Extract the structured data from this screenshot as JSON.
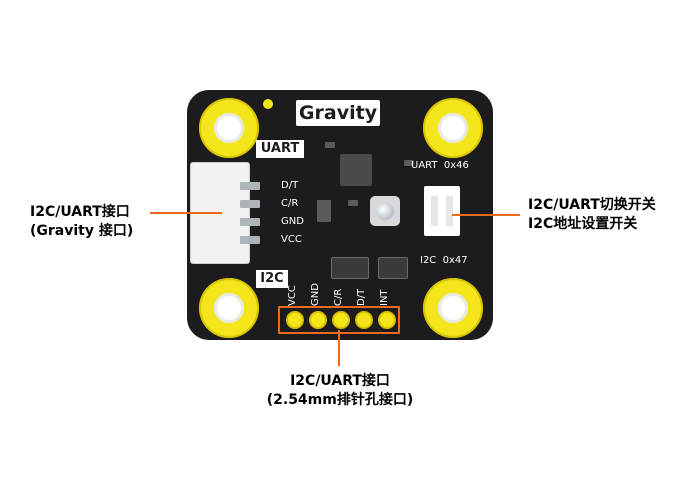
{
  "board": {
    "brand": "Gravity",
    "uart_mark": "UART",
    "i2c_mark": "I2C",
    "uart_addr": "UART  0x46",
    "i2c_addr": "I2C  0x47",
    "connector_pins": [
      "D/T",
      "C/R",
      "GND",
      "VCC"
    ],
    "header_pins": [
      "VCC",
      "GND",
      "C/R",
      "D/T",
      "INT"
    ]
  },
  "callouts": {
    "left_line1": "I2C/UART接口",
    "left_line2": "(Gravity 接口)",
    "right_line1": "I2C/UART切换开关",
    "right_line2": "I2C地址设置开关",
    "bottom_line1": "I2C/UART接口",
    "bottom_line2": "(2.54mm排针孔接口)"
  },
  "colors": {
    "board": "#1c1c1e",
    "mount": "#f4e61b",
    "leader": "#ee6a18"
  }
}
